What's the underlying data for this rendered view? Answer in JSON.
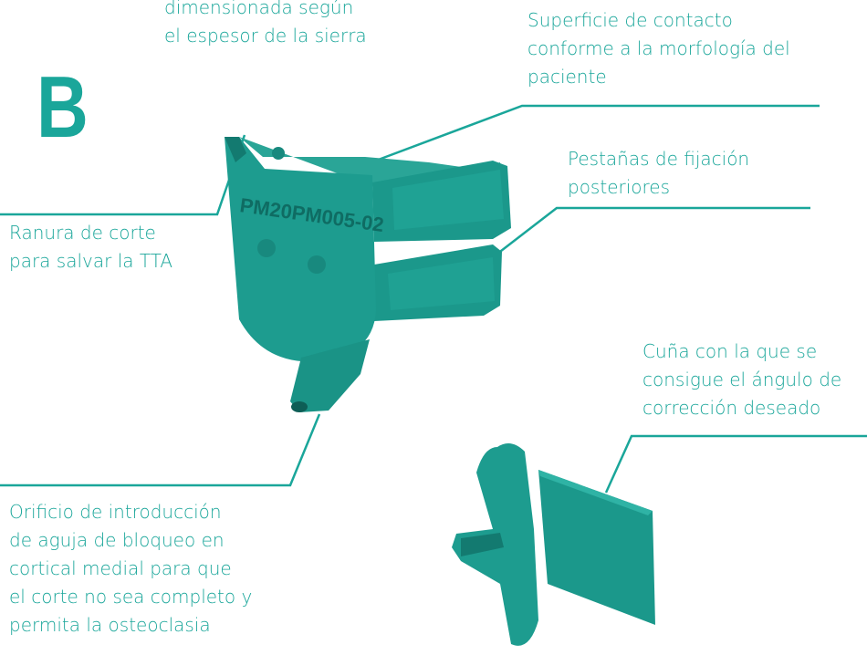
{
  "figure": {
    "panel_letter": "B",
    "part_code": "PM20PM005-02"
  },
  "labels": {
    "saw_slot_lines": [
      "dimensionada según",
      "el espesor de la sierra"
    ],
    "contact_surface_lines": [
      "Superficie de contacto",
      "conforme a la morfología del",
      "paciente"
    ],
    "fixation_tabs_lines": [
      "Pestañas de fijación",
      "posteriores"
    ],
    "cut_slot_lines": [
      "Ranura de corte",
      "para salvar la TTA"
    ],
    "wedge_lines": [
      "Cuña  con la que se",
      "consigue el ángulo de",
      "corrección deseado"
    ],
    "pin_hole_lines": [
      "Orificio de introducción",
      "de aguja de bloqueo en",
      "cortical medial para que",
      "el corte no sea completo y",
      "permita la osteoclasia"
    ]
  },
  "colors": {
    "accent": "#1aa69a",
    "model": "#1d9c8f",
    "model_dark": "#137a70",
    "model_light": "#2fb3a5"
  }
}
